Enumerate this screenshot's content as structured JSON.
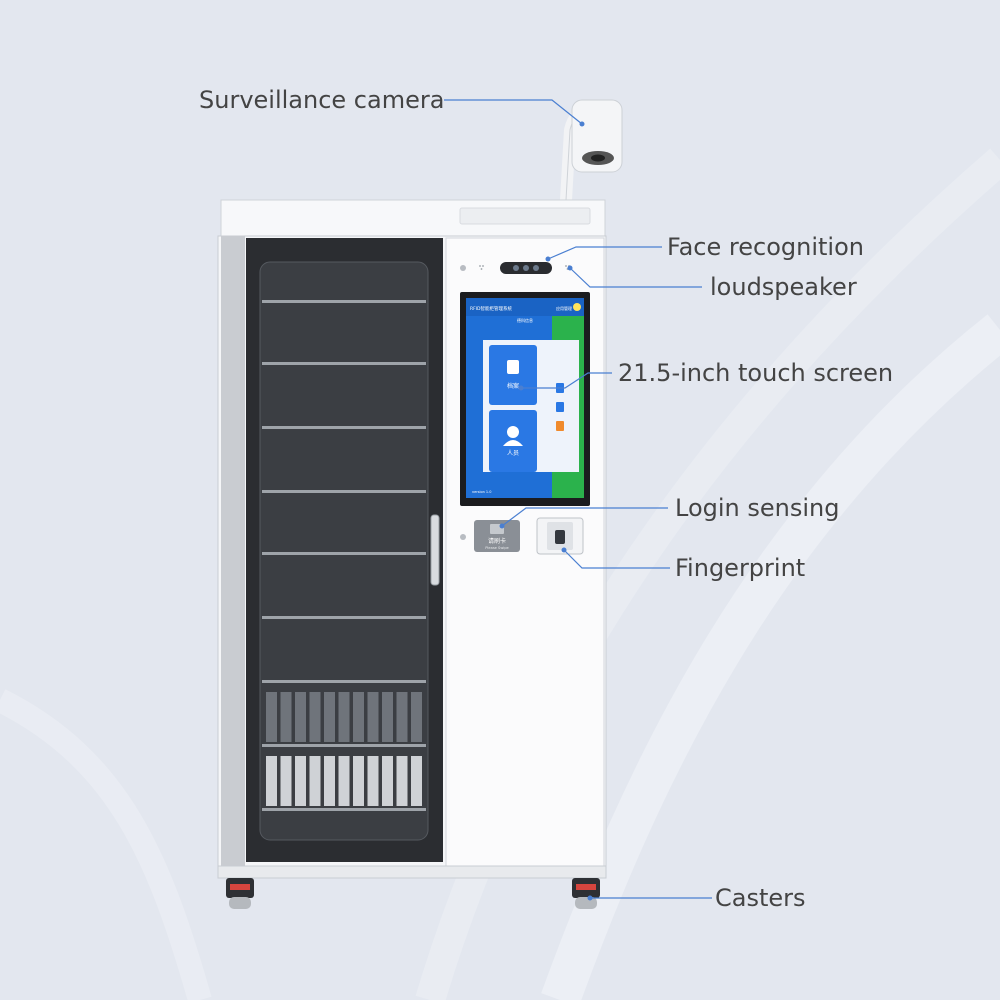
{
  "callouts": {
    "camera": "Surveillance camera",
    "face": "Face recognition",
    "speaker": "loudspeaker",
    "screen": "21.5-inch touch screen",
    "login": "Login sensing",
    "fingerprint": "Fingerprint",
    "casters": "Casters"
  },
  "screen_ui": {
    "header_title": "RFID智能柜管理系统",
    "header_right": "应用管理",
    "logo_text": "德科信息",
    "tile1": "档案",
    "tile2": "人员",
    "footer": "version 1.0"
  },
  "card_reader": {
    "label_cn": "请刷卡",
    "label_en": "Please Swipe"
  },
  "colors": {
    "background": "#e3e7ef",
    "leader_line": "#4a7fd1",
    "screen_blue": "#1f6fd6",
    "screen_green": "#2bb24c",
    "tile_blue": "#2a78e4"
  }
}
